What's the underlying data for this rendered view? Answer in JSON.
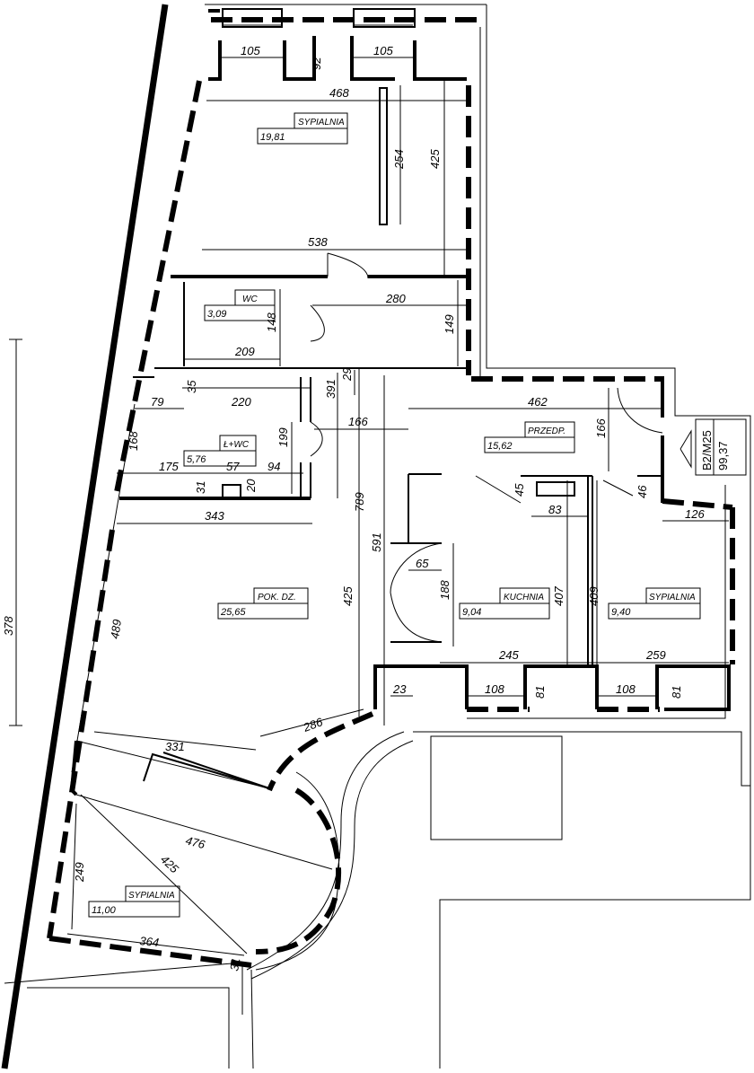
{
  "unit_code": {
    "line1": "B2/M25",
    "line2": "99,37"
  },
  "rooms": [
    {
      "name": "SYPIALNIA",
      "area": "19,81"
    },
    {
      "name": "WC",
      "area": "3,09"
    },
    {
      "name": "Ł+WC",
      "area": "5,76"
    },
    {
      "name": "PRZEDP.",
      "area": "15,62"
    },
    {
      "name": "POK. DZ.",
      "area": "25,65"
    },
    {
      "name": "KUCHNIA",
      "area": "9,04"
    },
    {
      "name": "SYPIALNIA",
      "area": "9,40"
    },
    {
      "name": "SYPIALNIA",
      "area": "11,00"
    }
  ],
  "dimensions": {
    "d105a": "105",
    "d92": "92",
    "d105b": "105",
    "d468": "468",
    "d254": "254",
    "d425a": "425",
    "d538": "538",
    "d280": "280",
    "d149": "149",
    "d148": "148",
    "d209": "209",
    "d29": "29",
    "d391": "391",
    "d35": "35",
    "d79": "79",
    "d220": "220",
    "d462": "462",
    "d166a": "166",
    "d166b": "166",
    "d168": "168",
    "d199": "199",
    "d175": "175",
    "d57": "57",
    "d94": "94",
    "d31a": "31",
    "d20": "20",
    "d789": "789",
    "d45": "45",
    "d46": "46",
    "d83": "83",
    "d126": "126",
    "d343": "343",
    "d591": "591",
    "d65": "65",
    "d188": "188",
    "d407": "407",
    "d409": "409",
    "d425b": "425",
    "d489": "489",
    "d378": "378",
    "d245": "245",
    "d259": "259",
    "d23": "23",
    "d108a": "108",
    "d81a": "81",
    "d108b": "108",
    "d81b": "81",
    "d286": "286",
    "d331": "331",
    "d476": "476",
    "d425c": "425",
    "d249": "249",
    "d364": "364",
    "d31b": "31"
  }
}
